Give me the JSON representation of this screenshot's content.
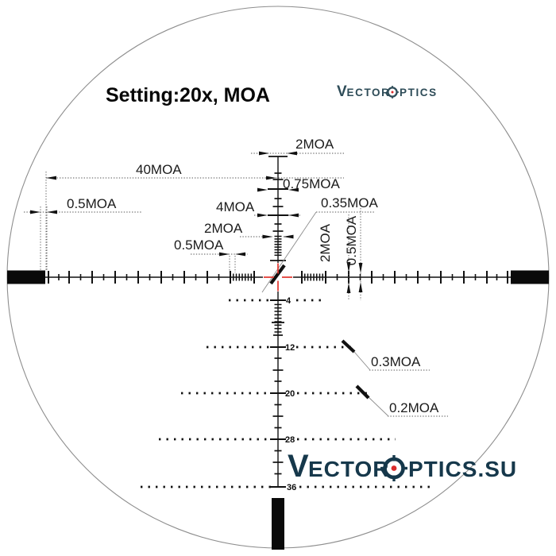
{
  "window": {
    "setting_label": "Setting:20x, MOA"
  },
  "brand": {
    "v": "V",
    "ector": "ECTOR",
    "ptics": "PTICS",
    "ptics_su": "PTICS.SU"
  },
  "labels": {
    "top_post_width": "2MOA",
    "half_field_width": "40MOA",
    "post_step": "0.75MOA",
    "edge_bar_gap": "0.5MOA",
    "tick_large": "4MOA",
    "tick_medium": "2MOA",
    "tick_fine": "0.5MOA",
    "center_dot": "0.35MOA",
    "right_tick_vertical": "2MOA",
    "right_fine_vertical": "0.5MOA",
    "dot_size_large": "0.3MOA",
    "dot_size_small": "0.2MOA"
  },
  "drop_scale": {
    "numbers": [
      "4",
      "12",
      "20",
      "28",
      "36"
    ]
  },
  "colors": {
    "reticle": "#111111",
    "center_cross_red": "#e2342b",
    "brand_top": "#2e4c58",
    "brand_watermark": "#16384b",
    "brand_dot_red": "#d92b2b",
    "dimension_gray": "#555555",
    "circle_edge": "#8e8e8e"
  }
}
